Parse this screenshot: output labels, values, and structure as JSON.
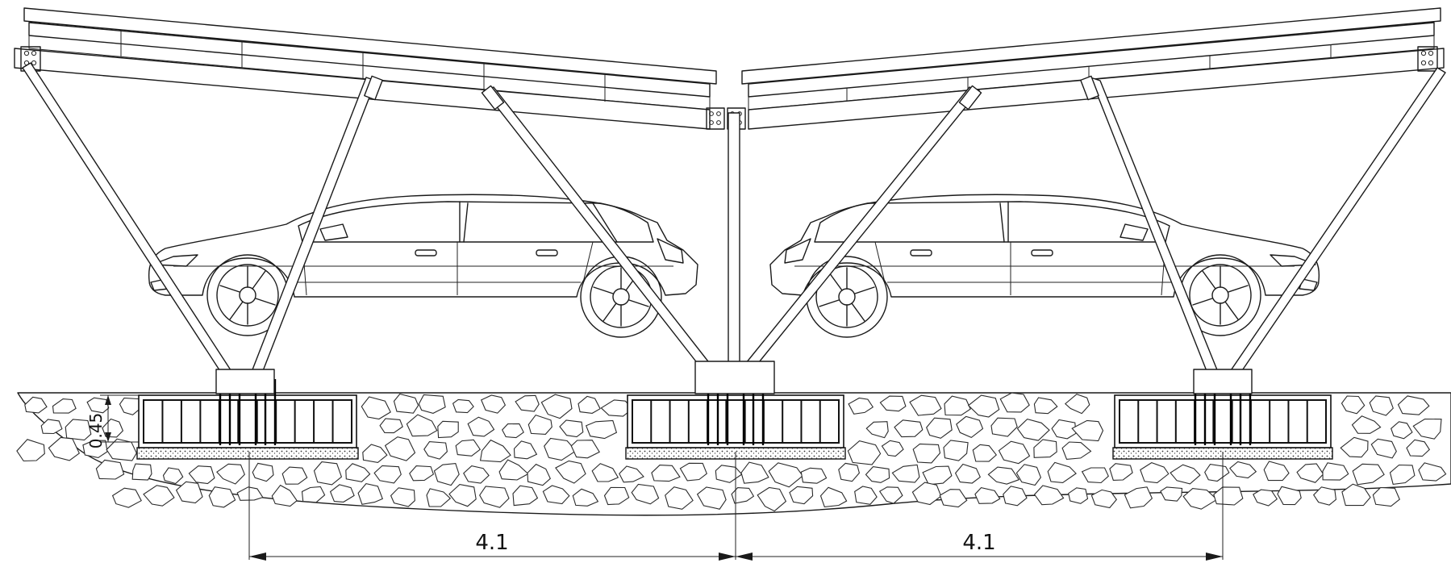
{
  "dimensions": {
    "span_left": "4.1",
    "span_right": "4.1",
    "foundation_depth": "0.45"
  }
}
